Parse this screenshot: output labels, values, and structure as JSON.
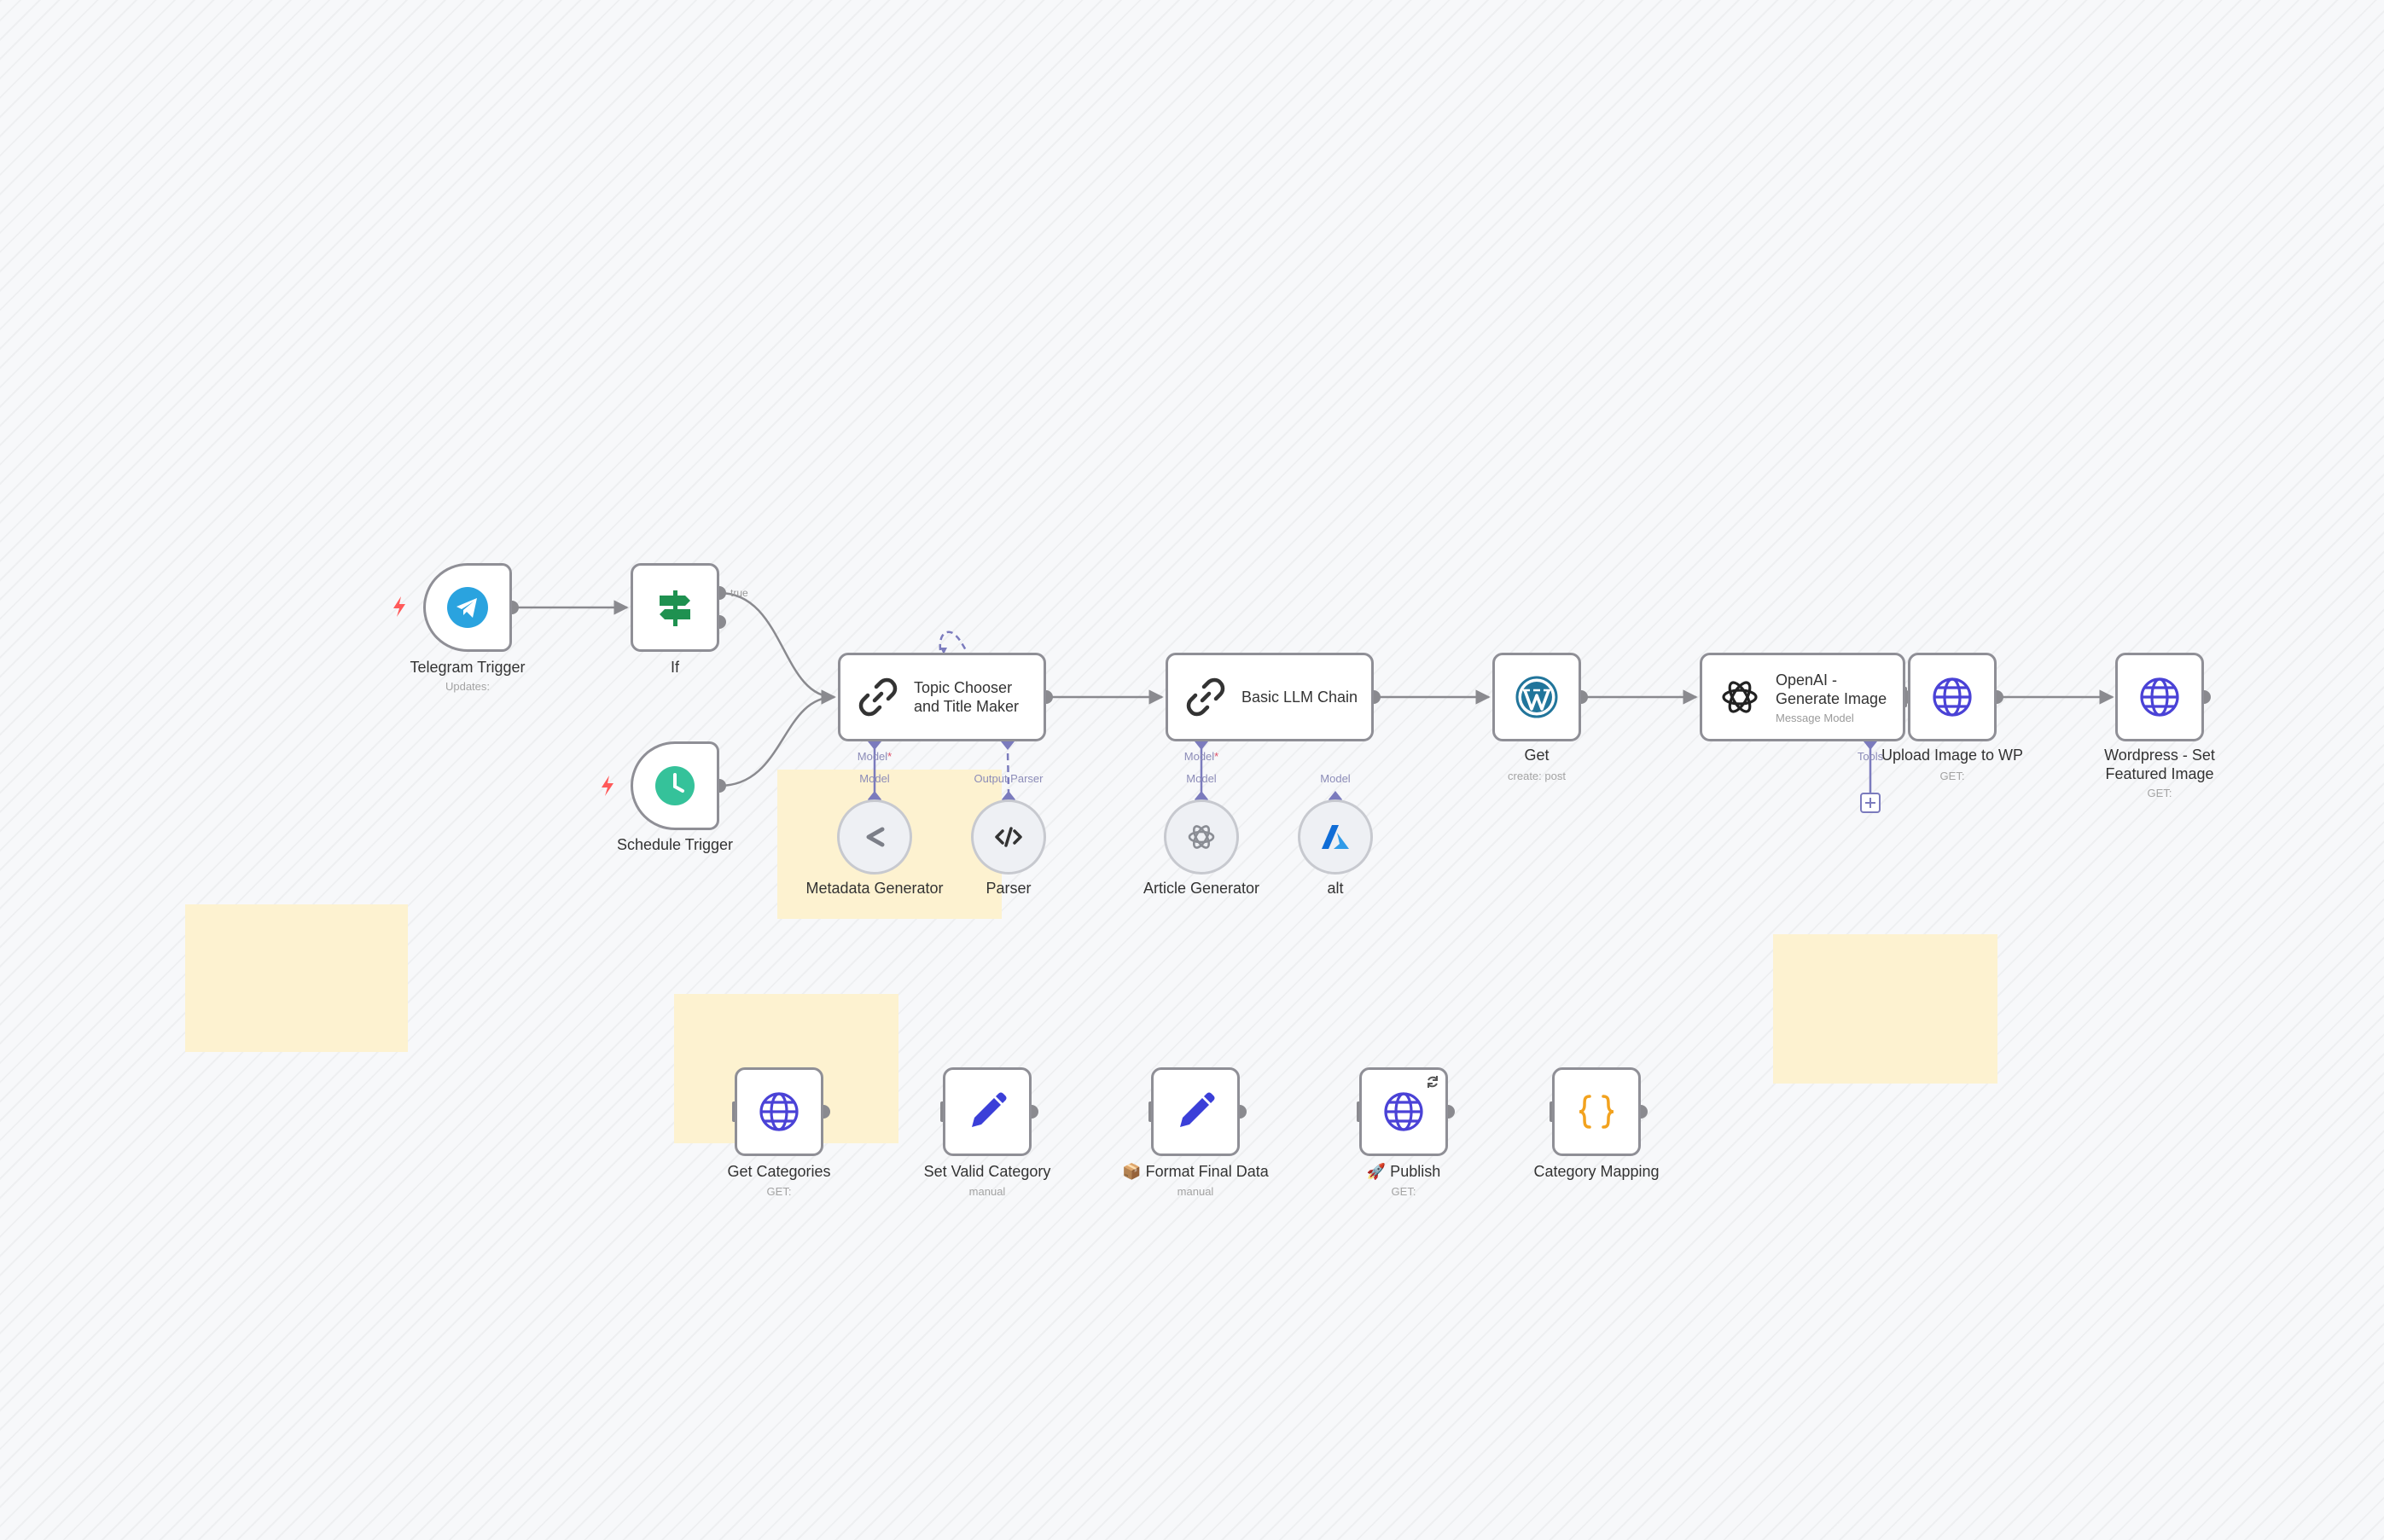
{
  "canvas": {
    "background": "#f7f8fa"
  },
  "nodes": {
    "telegram_trigger": {
      "name": "Telegram Trigger",
      "subtitle": "Updates:",
      "icon": "telegram-icon"
    },
    "if": {
      "name": "If",
      "branch_true": "true",
      "icon": "signpost-icon"
    },
    "schedule_trigger": {
      "name": "Schedule Trigger",
      "icon": "clock-icon"
    },
    "topic_chooser": {
      "name": "Topic Chooser\nand Title Maker",
      "icon": "chain-link-icon"
    },
    "basic_llm_chain": {
      "name": "Basic LLM Chain",
      "icon": "chain-link-icon"
    },
    "get": {
      "name": "Get",
      "subtitle": "create: post",
      "icon": "wordpress-icon"
    },
    "openai_generate_image": {
      "name": "OpenAI -\nGenerate Image",
      "subtitle": "Message Model",
      "icon": "openai-icon"
    },
    "upload_image": {
      "name": "Upload Image to WP",
      "subtitle": "GET:",
      "icon": "globe-icon"
    },
    "wordpress_featured": {
      "name": "Wordpress - Set\nFeatured Image",
      "subtitle": "GET:",
      "icon": "globe-icon"
    },
    "metadata_generator": {
      "name": "Metadata Generator",
      "icon": "model-icon"
    },
    "parser": {
      "name": "Parser",
      "icon": "code-icon"
    },
    "article_generator": {
      "name": "Article Generator",
      "icon": "openai-icon"
    },
    "alt": {
      "name": "alt",
      "icon": "azure-icon"
    },
    "get_categories": {
      "name": "Get Categories",
      "subtitle": "GET:",
      "icon": "globe-icon"
    },
    "set_valid_category": {
      "name": "Set Valid Category",
      "subtitle": "manual",
      "icon": "pencil-icon"
    },
    "format_final_data": {
      "name": "📦 Format Final Data",
      "subtitle": "manual",
      "icon": "pencil-icon"
    },
    "publish": {
      "name": "🚀 Publish",
      "subtitle": "GET:",
      "icon": "globe-icon"
    },
    "category_mapping": {
      "name": "Category Mapping",
      "icon": "braces-icon"
    }
  },
  "ports": {
    "topic_model": "Model",
    "required_mark": "*",
    "basic_model": "Model",
    "openai_tools": "Tools",
    "metadata_model": "Model",
    "parser_output": "Output Parser",
    "article_model": "Model",
    "alt_model": "Model"
  },
  "colors": {
    "node_border": "#8f8f96",
    "wire": "#8a8a8f",
    "ai_wire": "#7b7bbd",
    "sticky": "#fdf1cd",
    "telegram": "#2aa3df",
    "if_green": "#1f9150",
    "schedule": "#35c29a",
    "wordpress": "#21759b",
    "globe": "#4a42d6",
    "pencil": "#3b3fd8",
    "braces": "#f2a21e",
    "azure": "#0f6cd6",
    "trigger_bolt": "#ff5a5a"
  }
}
